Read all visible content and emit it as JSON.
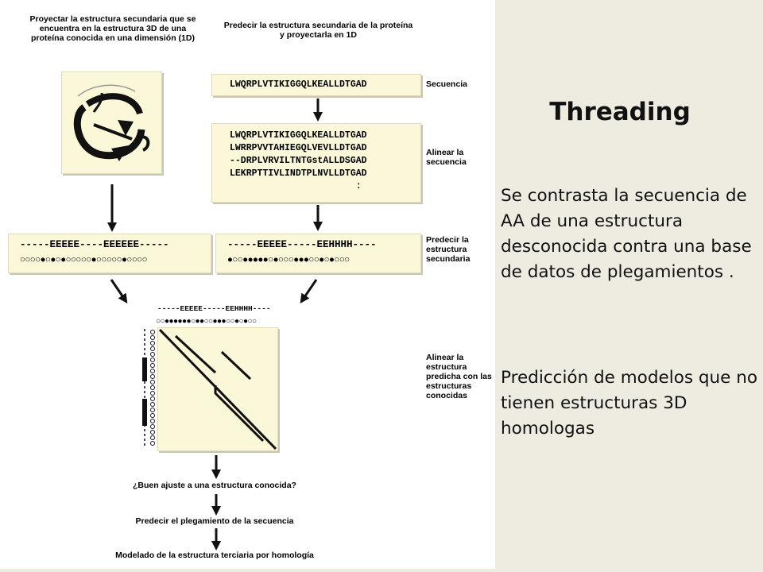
{
  "figure": {
    "left_heading": "Proyectar la estructura secundaria que se encuentra en la estructura 3D de una proteína conocida en una dimensión (1D)",
    "right_heading": "Predecir la estructura secundaria de la proteína y proyectarla en 1D",
    "sequence": "LWQRPLVTIKIGGQLKEALLDTGAD",
    "alignment": [
      "LWQRPLVTIKIGGQLKEALLDTGAD",
      "LWRRPVVTAHIEGQLVEVLLDTGAD",
      "--DRPLVRVILTNTGstALLDSGAD",
      "LEKRPTTIVLINDTPLNVLLDTGAD",
      "                       :"
    ],
    "side_labels": {
      "secuencia": "Secuencia",
      "alinear": "Alinear la secuencia",
      "predecir": "Predecir la estructura secundaria",
      "alinear_predicha": "Alinear la estructura predicha con las estructuras conocidas"
    },
    "known_ss": "-----EEEEE----EEEEEE-----",
    "known_circles": "○○○○●○●○●○○○○○●○○○○○●○○○○",
    "pred_ss": "-----EEEEE-----EEHHHH----",
    "pred_circles": "●○○●●●●●○●○○○●●●○○●○●○○○",
    "matrix_ss": "-----EEEEE-----EEHHHH----",
    "matrix_circles": "○○●●●●●●○●●○○●●●○○●○●○○",
    "steps": [
      "¿Buen ajuste a una estructura conocida?",
      "Predecir el plegamiento de la secuencia",
      "Modelado de la estructura terciaria por homología"
    ]
  },
  "text": {
    "title": "Threading",
    "para1": "Se contrasta la secuencia de AA de una estructura desconocida contra una base de datos de plegamientos .",
    "para2": "Predicción de modelos que no tienen estructuras 3D homologas"
  }
}
